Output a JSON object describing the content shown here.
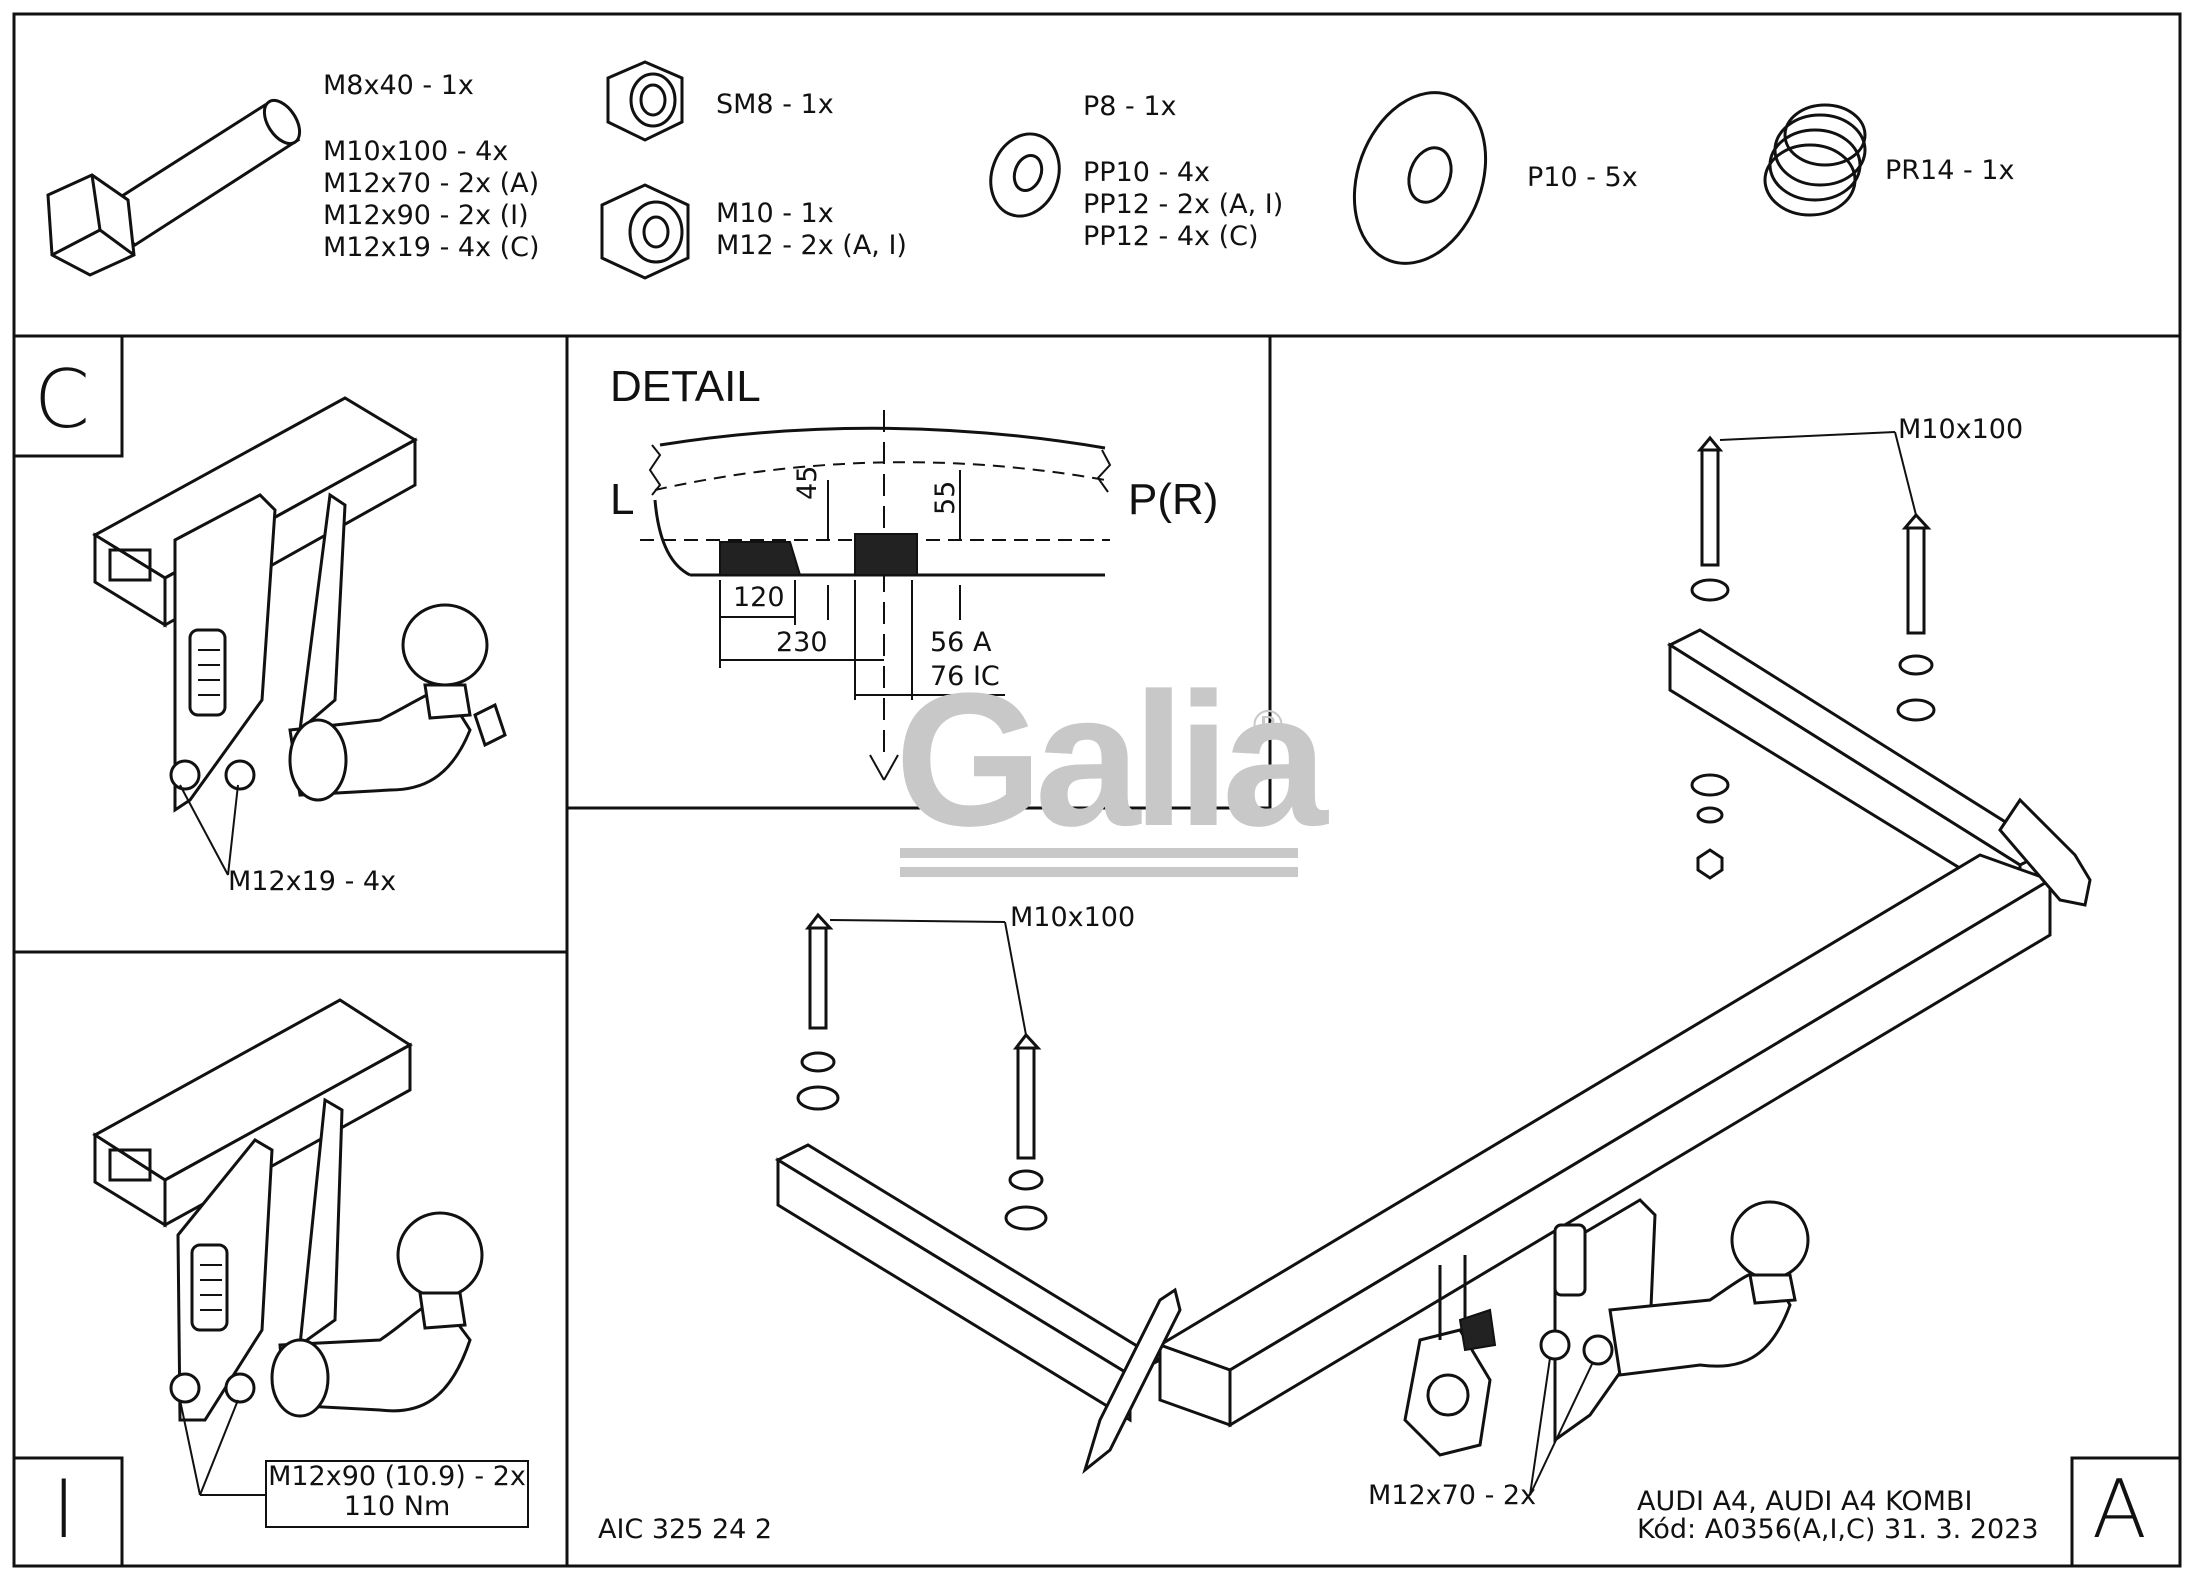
{
  "parts": {
    "bolt_labels": [
      "M8x40 - 1x",
      "M10x100 - 4x",
      "M12x70 - 2x (A)",
      "M12x90 - 2x (I)",
      "M12x19 - 4x (C)"
    ],
    "selflock_nut_label": "SM8 - 1x",
    "nut_labels": [
      "M10 - 1x",
      "M12 - 2x (A, I)"
    ],
    "small_washer_labels": [
      "P8 - 1x",
      "PP10 - 4x",
      "PP12 - 2x (A, I)",
      "PP12 - 4x (C)"
    ],
    "big_washer_label": "P10 - 5x",
    "spring_washer_label": "PR14 - 1x"
  },
  "panel_c": {
    "letter": "C",
    "bolt_callout": "M12x19 - 4x"
  },
  "panel_i": {
    "letter": "I",
    "bolt_callout_line1": "M12x90 (10.9) - 2x",
    "bolt_callout_line2": "110 Nm",
    "ref_code": "AIC 325 24 2"
  },
  "detail": {
    "title": "DETAIL",
    "left_label": "L",
    "right_label": "P(R)",
    "dim_45": "45",
    "dim_55": "55",
    "dim_120": "120",
    "dim_230": "230",
    "dim_56": "56 A",
    "dim_76": "76 IC"
  },
  "panel_a": {
    "letter": "A",
    "bolt_top_right": "M10x100",
    "bolt_left": "M10x100",
    "bolt_bottom": "M12x70 - 2x",
    "vehicle": "AUDI A4, AUDI A4 KOMBI",
    "code_line": "Kód: A0356(A,I,C)  31. 3. 2023"
  },
  "brand": {
    "watermark": "Galia",
    "registered": "®"
  }
}
